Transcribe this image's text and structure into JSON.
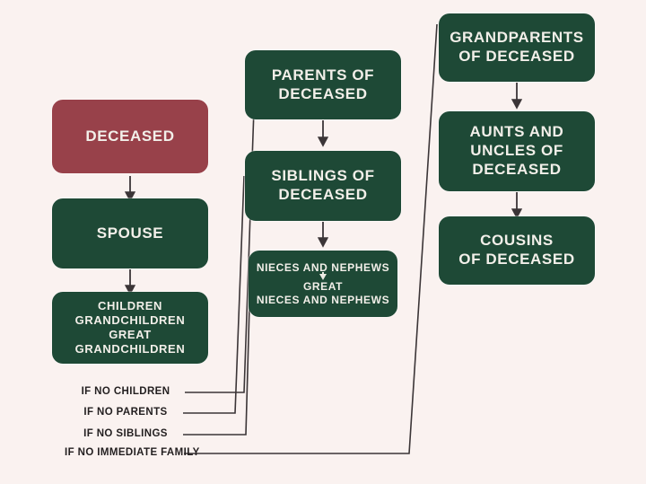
{
  "diagram": {
    "title": "Order of Intestate Succession Flowchart",
    "background_color": "#faf2f0",
    "colors": {
      "primary_box": "#1e4936",
      "deceased_box": "#98414a",
      "box_text": "#f2efe9",
      "connector": "#3b3537",
      "label_text": "#231f20"
    },
    "columns": [
      {
        "name": "immediate-family",
        "nodes": [
          {
            "id": "deceased",
            "label": "DECEASED",
            "lines": [
              "DECEASED"
            ],
            "style": "red"
          },
          {
            "id": "spouse",
            "label": "SPOUSE",
            "lines": [
              "SPOUSE"
            ],
            "style": "green"
          },
          {
            "id": "children",
            "label": "CHILDREN GRANDCHILDREN GREAT GRANDCHILDREN",
            "lines": [
              "CHILDREN",
              "GRANDCHILDREN",
              "GREAT GRANDCHILDREN"
            ],
            "style": "green"
          }
        ]
      },
      {
        "name": "parents-siblings",
        "nodes": [
          {
            "id": "parents",
            "label": "PARENTS OF DECEASED",
            "lines": [
              "PARENTS OF",
              "DECEASED"
            ],
            "style": "green"
          },
          {
            "id": "siblings",
            "label": "SIBLINGS OF DECEASED",
            "lines": [
              "SIBLINGS OF",
              "DECEASED"
            ],
            "style": "green"
          },
          {
            "id": "nieces-nephews",
            "label": "NIECES AND NEPHEWS GREAT NIECES AND NEPHEWS",
            "lines_top": [
              "NIECES AND NEPHEWS"
            ],
            "lines_bottom": [
              "GREAT",
              "NIECES AND NEPHEWS"
            ],
            "has_inner_arrow": true,
            "style": "green"
          }
        ]
      },
      {
        "name": "extended-family",
        "nodes": [
          {
            "id": "grandparents",
            "label": "GRANDPARENTS OF DECEASED",
            "lines": [
              "GRANDPARENTS",
              "OF DECEASED"
            ],
            "style": "green"
          },
          {
            "id": "aunts-uncles",
            "label": "AUNTS AND UNCLES OF DECEASED",
            "lines": [
              "AUNTS AND",
              "UNCLES OF",
              "DECEASED"
            ],
            "style": "green"
          },
          {
            "id": "cousins",
            "label": "COUSINS OF DECEASED",
            "lines": [
              "COUSINS",
              "OF DECEASED"
            ],
            "style": "green"
          }
        ]
      }
    ],
    "conditions": [
      {
        "id": "if-no-children",
        "lines": [
          "IF NO CHILDREN"
        ],
        "target": "parents"
      },
      {
        "id": "if-no-parents",
        "lines": [
          "IF NO PARENTS"
        ],
        "target": "siblings"
      },
      {
        "id": "if-no-siblings",
        "lines": [
          "IF NO SIBLINGS"
        ],
        "target": "nieces-nephews"
      },
      {
        "id": "if-no-immediate-family",
        "lines": [
          "IF NO IMMEDIATE",
          "FAMILY"
        ],
        "target": "grandparents"
      }
    ]
  }
}
